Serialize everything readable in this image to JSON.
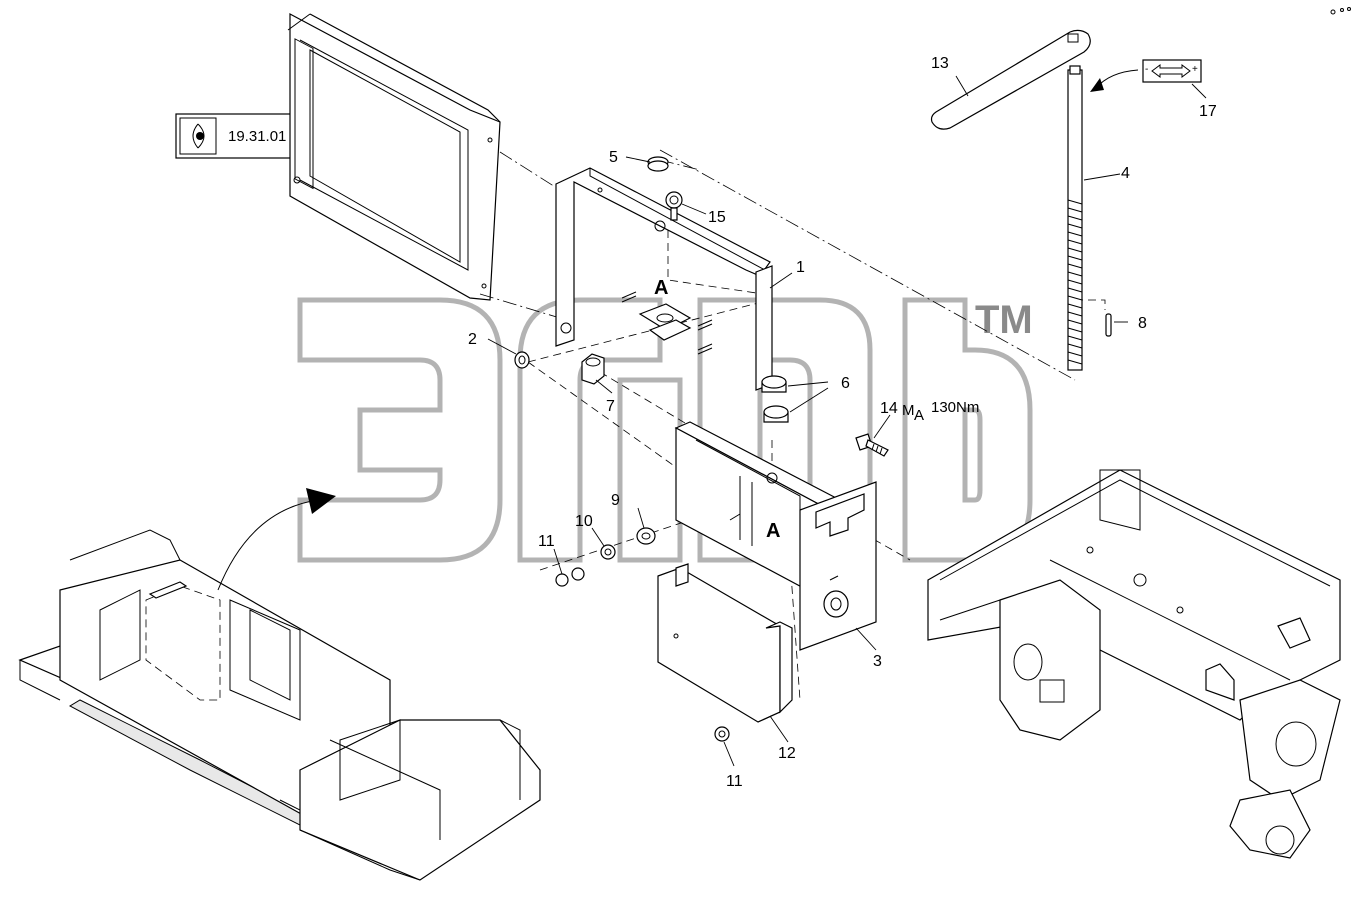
{
  "reference_box": {
    "icon": "eye-icon",
    "label": "19.31.01"
  },
  "callouts": [
    {
      "id": "c1",
      "label": "1"
    },
    {
      "id": "c2",
      "label": "2"
    },
    {
      "id": "c3",
      "label": "3"
    },
    {
      "id": "c4",
      "label": "4"
    },
    {
      "id": "c5",
      "label": "5"
    },
    {
      "id": "c6",
      "label": "6"
    },
    {
      "id": "c7",
      "label": "7"
    },
    {
      "id": "c8",
      "label": "8"
    },
    {
      "id": "c9",
      "label": "9"
    },
    {
      "id": "c10",
      "label": "10"
    },
    {
      "id": "c11a",
      "label": "11"
    },
    {
      "id": "c11b",
      "label": "11"
    },
    {
      "id": "c12",
      "label": "12"
    },
    {
      "id": "c13",
      "label": "13"
    },
    {
      "id": "c14",
      "label": "14"
    },
    {
      "id": "c15",
      "label": "15"
    },
    {
      "id": "c17",
      "label": "17"
    }
  ],
  "section_marks": [
    {
      "id": "a_top",
      "label": "A"
    },
    {
      "id": "a_bottom",
      "label": "A"
    }
  ],
  "torque": {
    "symbol": "M",
    "subscript": "A",
    "value": "130Nm"
  },
  "adjust_symbol": {
    "minus": "-",
    "plus": "+",
    "icon": "double-arrow-icon"
  },
  "watermark": {
    "trademark": "TM"
  }
}
